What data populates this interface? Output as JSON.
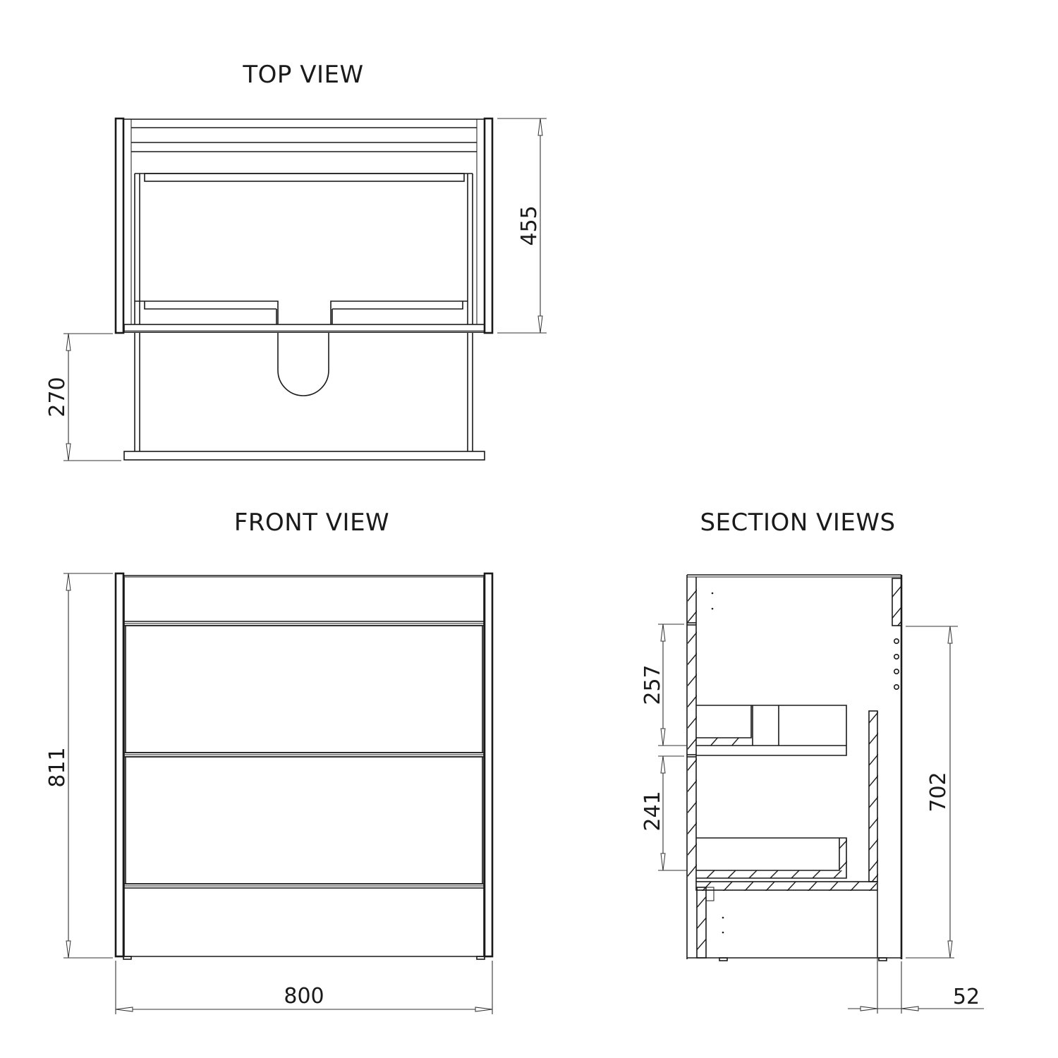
{
  "drawing": {
    "views": {
      "top": {
        "title": "TOP VIEW",
        "dims": {
          "depth": "455",
          "drawer_extension": "270"
        }
      },
      "front": {
        "title": "FRONT VIEW",
        "dims": {
          "height": "811",
          "width": "800"
        }
      },
      "section": {
        "title": "SECTION VIEWS",
        "dims": {
          "upper_drawer": "257",
          "lower_drawer": "241",
          "inner_height": "702",
          "leg_setback": "52"
        }
      }
    },
    "colors": {
      "line": "#1a1a1a",
      "background": "#ffffff"
    }
  }
}
